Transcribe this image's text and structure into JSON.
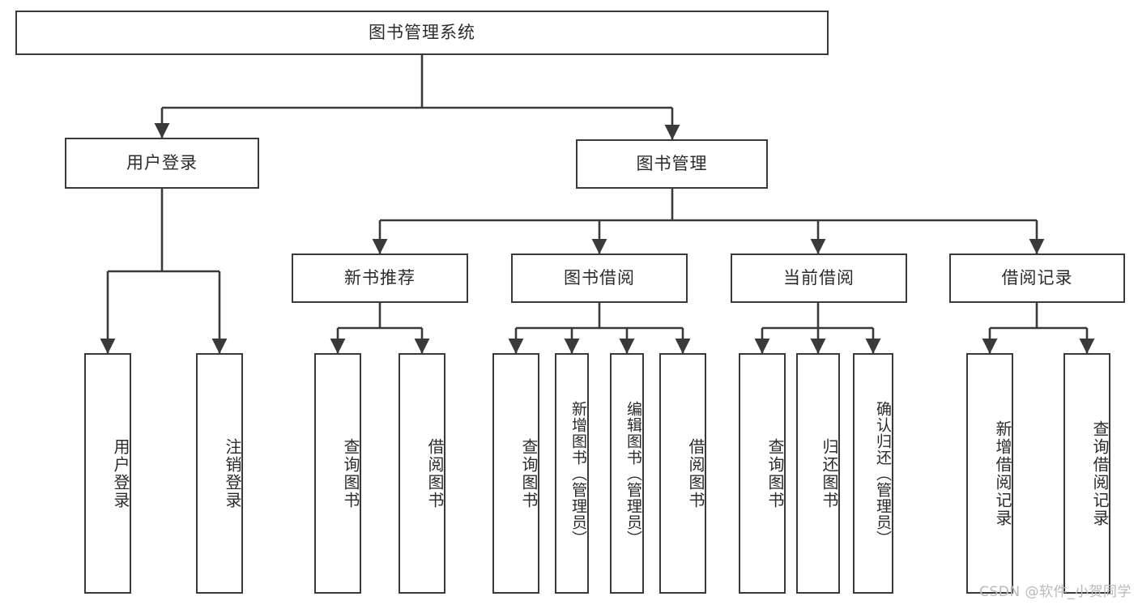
{
  "diagram": {
    "title": "图书管理系统",
    "type": "tree",
    "root": {
      "id": "root",
      "label": "图书管理系统"
    },
    "level2": [
      {
        "id": "user-login",
        "label": "用户登录"
      },
      {
        "id": "book-manage",
        "label": "图书管理"
      }
    ],
    "level3": [
      {
        "id": "new-book-recommend",
        "label": "新书推荐",
        "parent": "book-manage"
      },
      {
        "id": "book-borrow",
        "label": "图书借阅",
        "parent": "book-manage"
      },
      {
        "id": "current-borrow",
        "label": "当前借阅",
        "parent": "book-manage"
      },
      {
        "id": "borrow-record",
        "label": "借阅记录",
        "parent": "book-manage"
      }
    ],
    "leaves": [
      {
        "id": "leaf-user-login",
        "label": "用户登录",
        "parent": "user-login"
      },
      {
        "id": "leaf-user-logout",
        "label": "注销登录",
        "parent": "user-login"
      },
      {
        "id": "leaf-query-book-1",
        "label": "查询图书",
        "parent": "new-book-recommend"
      },
      {
        "id": "leaf-borrow-book-1",
        "label": "借阅图书",
        "parent": "new-book-recommend"
      },
      {
        "id": "leaf-query-book-2",
        "label": "查询图书",
        "parent": "book-borrow"
      },
      {
        "id": "leaf-add-book",
        "label": "新增图书（管理员）",
        "parent": "book-borrow"
      },
      {
        "id": "leaf-edit-book",
        "label": "编辑图书（管理员）",
        "parent": "book-borrow"
      },
      {
        "id": "leaf-borrow-book-2",
        "label": "借阅图书",
        "parent": "book-borrow"
      },
      {
        "id": "leaf-query-book-3",
        "label": "查询图书",
        "parent": "current-borrow"
      },
      {
        "id": "leaf-return-book",
        "label": "归还图书",
        "parent": "current-borrow"
      },
      {
        "id": "leaf-confirm-return",
        "label": "确认归还（管理员）",
        "parent": "current-borrow"
      },
      {
        "id": "leaf-add-record",
        "label": "新增借阅记录",
        "parent": "borrow-record"
      },
      {
        "id": "leaf-query-record",
        "label": "查询借阅记录",
        "parent": "borrow-record"
      }
    ],
    "colors": {
      "stroke": "#3a3a3a",
      "fill": "#ffffff",
      "text": "#2b2b2b",
      "watermark": "#b9b9b9"
    }
  },
  "watermark": {
    "text": "CSDN @软件_小贺同学"
  }
}
